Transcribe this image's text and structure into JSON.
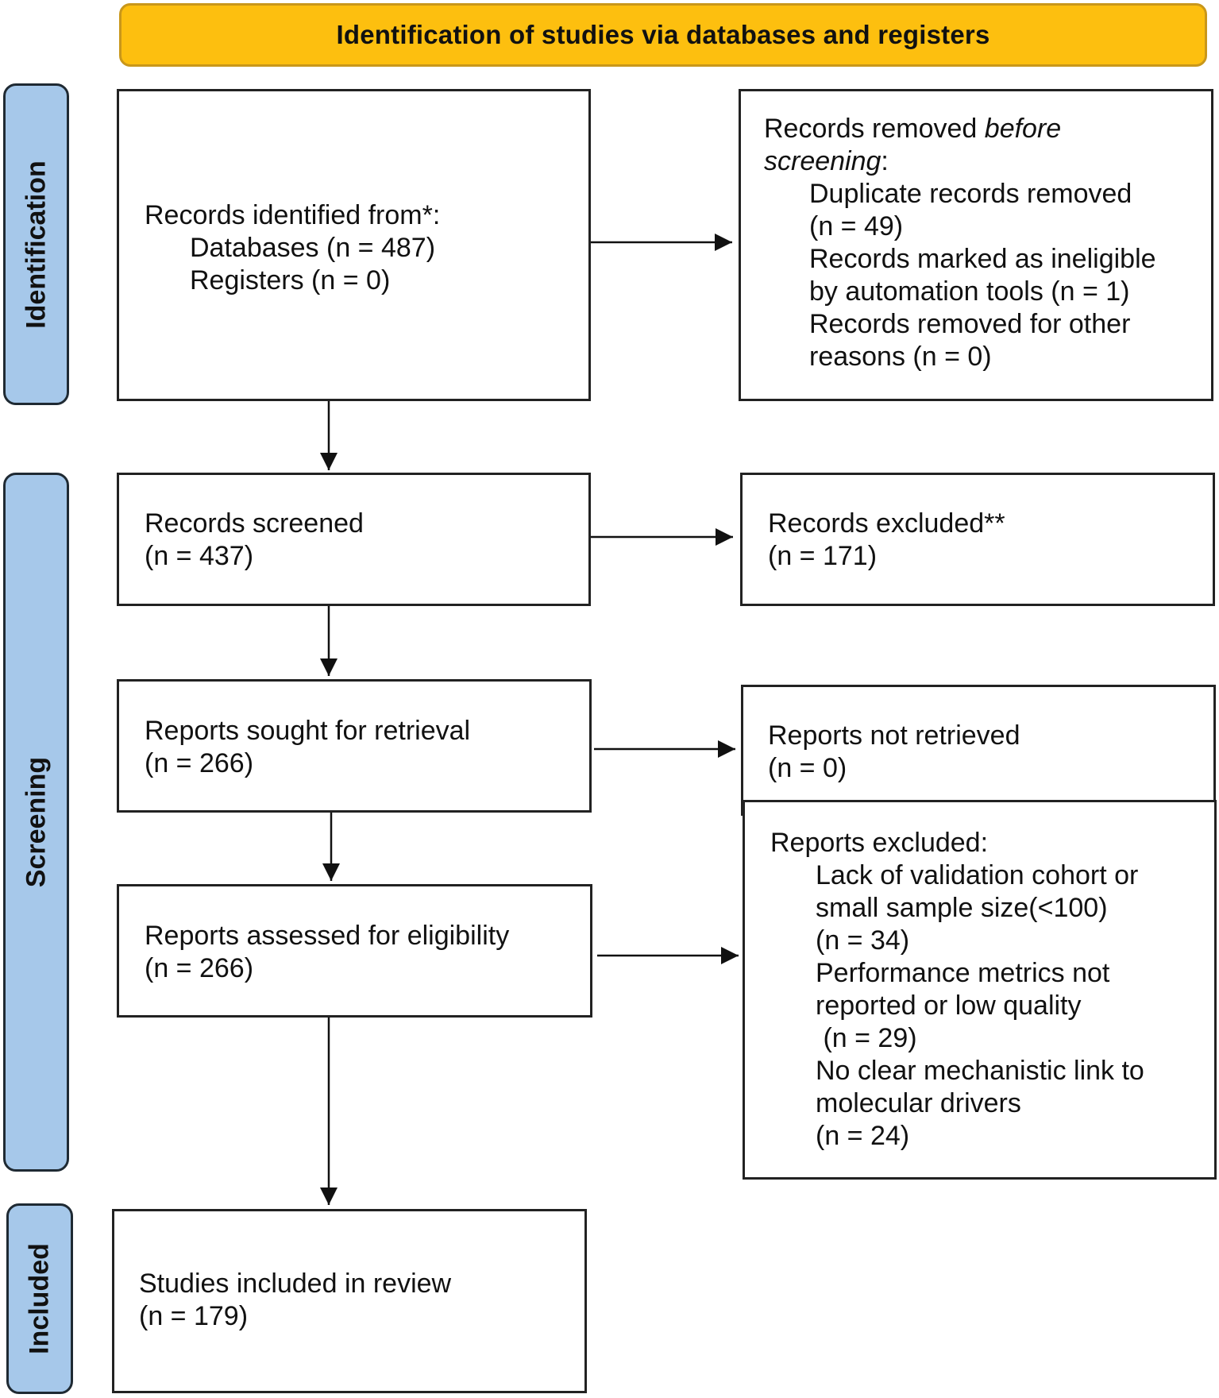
{
  "header": {
    "title": "Identification of studies via databases and registers"
  },
  "stages": {
    "identification": "Identification",
    "screening": "Screening",
    "included": "Included"
  },
  "identified": {
    "heading": "Records identified from*:",
    "databases": "Databases (n = 487)",
    "registers": "Registers (n = 0)"
  },
  "removed": {
    "line1_start": "Records removed ",
    "line1_italic": "before",
    "line2_italic": "screening",
    "line2_end": ":",
    "dup_1": "Duplicate records removed",
    "dup_2": "(n = 49)",
    "auto_1": "Records marked as ineligible",
    "auto_2": "by automation tools (n = 1)",
    "other_1": "Records removed for other",
    "other_2": "reasons (n = 0)"
  },
  "screened": {
    "label": "Records screened",
    "count": "(n = 437)"
  },
  "excluded": {
    "label": "Records excluded**",
    "count": "(n = 171)"
  },
  "sought": {
    "label": "Reports sought for retrieval",
    "count": "(n = 266)"
  },
  "not_retrieved": {
    "label": "Reports not retrieved",
    "count": "(n = 0)"
  },
  "assessed": {
    "label": "Reports assessed for eligibility",
    "count": "(n = 266)"
  },
  "reports_excluded": {
    "heading": "Reports excluded:",
    "r1_a": "Lack of validation cohort or",
    "r1_b": "small sample size(<100)",
    "r1_c": "(n = 34)",
    "r2_a": "Performance metrics not",
    "r2_b": "reported or low quality",
    "r2_c": " (n = 29)",
    "r3_a": "No clear mechanistic link to",
    "r3_b": "molecular drivers",
    "r3_c": "(n = 24)"
  },
  "included": {
    "label": "Studies included in review",
    "count": "(n = 179)"
  }
}
